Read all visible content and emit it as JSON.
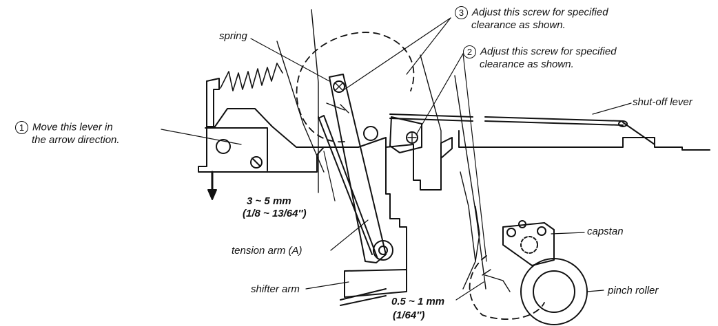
{
  "steps": [
    {
      "num": "1",
      "line1": "Move this lever in",
      "line2": "the arrow direction."
    },
    {
      "num": "2",
      "line1": "Adjust this screw for specified",
      "line2": "clearance as shown."
    },
    {
      "num": "3",
      "line1": "Adjust this screw for specified",
      "line2": "clearance as shown."
    }
  ],
  "labels": {
    "spring": "spring",
    "shutoff_lever": "shut-off lever",
    "capstan": "capstan",
    "pinch_roller": "pinch roller",
    "tension_arm": "tension arm (A)",
    "shifter_arm": "shifter arm"
  },
  "dimensions": {
    "d1_mm": "3 ~ 5 mm",
    "d1_in": "(1/8 ~ 13/64″)",
    "d2_mm": "0.5 ~ 1 mm",
    "d2_in": "(1/64″)"
  }
}
